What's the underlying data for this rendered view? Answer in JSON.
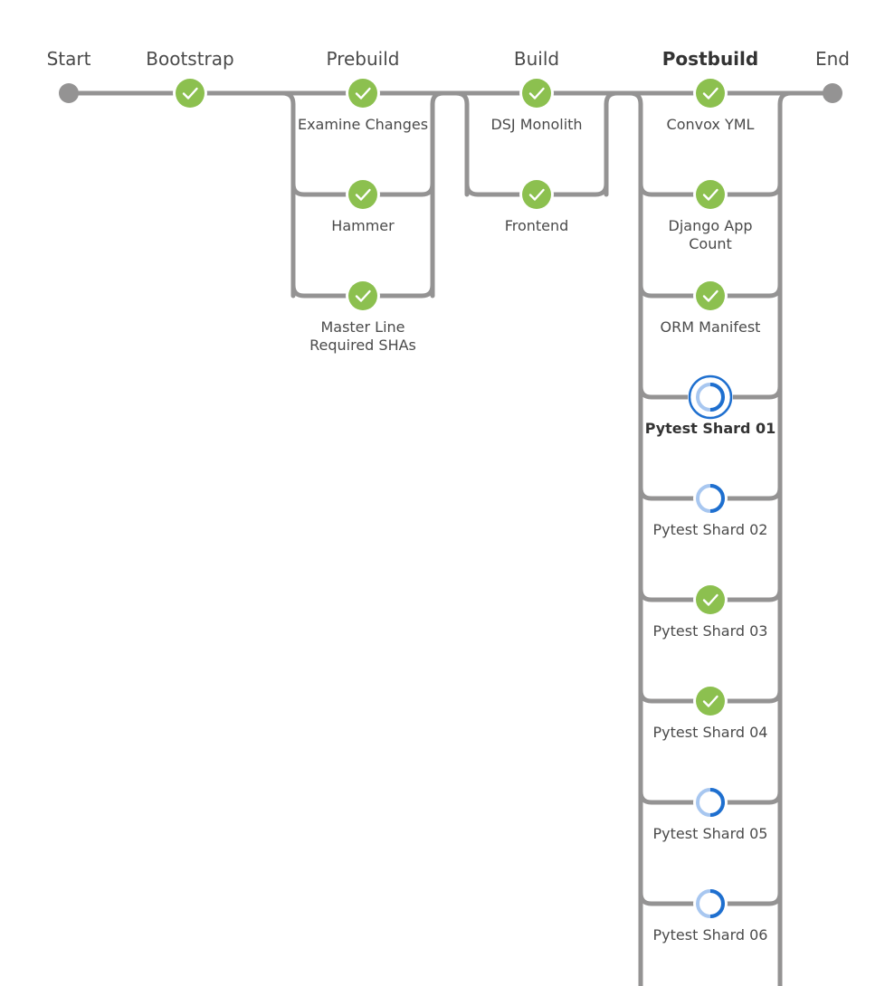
{
  "colors": {
    "connector": "#949393",
    "success": "#8cc04f",
    "running_ring": "#a8c7f0",
    "running_arc": "#1e6fcf",
    "endpoint": "#949393"
  },
  "pipeline": {
    "start_label": "Start",
    "end_label": "End",
    "stages": [
      {
        "id": "bootstrap",
        "label": "Bootstrap",
        "nodes": [
          {
            "label_lines": [],
            "status": "success"
          }
        ]
      },
      {
        "id": "prebuild",
        "label": "Prebuild",
        "nodes": [
          {
            "label_lines": [
              "Examine Changes"
            ],
            "status": "success"
          },
          {
            "label_lines": [
              "Hammer"
            ],
            "status": "success"
          },
          {
            "label_lines": [
              "Master Line",
              "Required SHAs"
            ],
            "status": "success"
          }
        ]
      },
      {
        "id": "build",
        "label": "Build",
        "nodes": [
          {
            "label_lines": [
              "DSJ Monolith"
            ],
            "status": "success"
          },
          {
            "label_lines": [
              "Frontend"
            ],
            "status": "success"
          }
        ]
      },
      {
        "id": "postbuild",
        "label": "Postbuild",
        "selected": true,
        "nodes": [
          {
            "label_lines": [
              "Convox YML"
            ],
            "status": "success"
          },
          {
            "label_lines": [
              "Django App",
              "Count"
            ],
            "status": "success"
          },
          {
            "label_lines": [
              "ORM Manifest"
            ],
            "status": "success"
          },
          {
            "label_lines": [
              "Pytest Shard 01"
            ],
            "status": "running",
            "selected": true
          },
          {
            "label_lines": [
              "Pytest Shard 02"
            ],
            "status": "running"
          },
          {
            "label_lines": [
              "Pytest Shard 03"
            ],
            "status": "success"
          },
          {
            "label_lines": [
              "Pytest Shard 04"
            ],
            "status": "success"
          },
          {
            "label_lines": [
              "Pytest Shard 05"
            ],
            "status": "running"
          },
          {
            "label_lines": [
              "Pytest Shard 06"
            ],
            "status": "running"
          }
        ]
      }
    ]
  }
}
